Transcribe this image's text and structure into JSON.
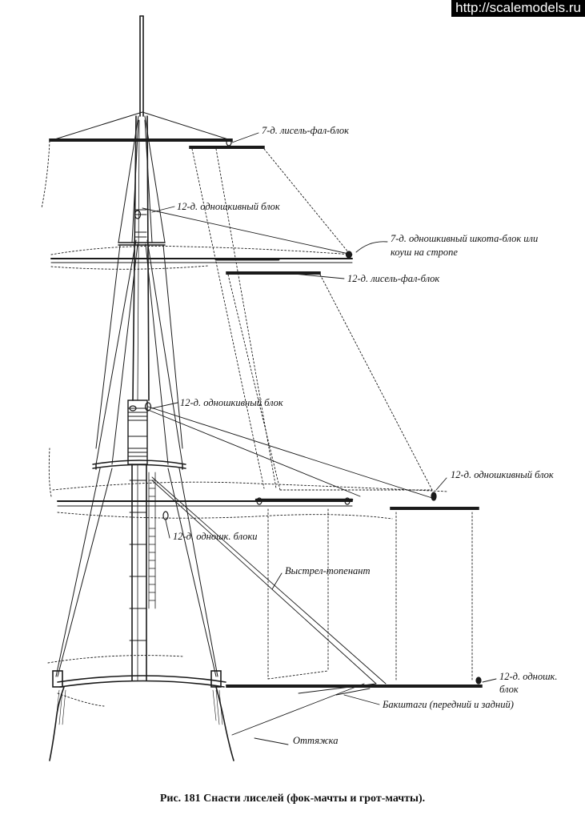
{
  "watermark": "http://scalemodels.ru",
  "caption": "Рис. 181 Снасти лиселей (фок-мачты и грот-мачты).",
  "labels": {
    "l1": "7-д. лисель-фал-блок",
    "l2": "12-д. одношкивный блок",
    "l3a": "7-д. одношкивный шкота-блок или",
    "l3b": "коуш на стропе",
    "l4": "12-д. лисель-фал-блок",
    "l5": "12-д. одношкивный блок",
    "l6": "12-д. одношкивный блок",
    "l7": "12-д. одношк. блоки",
    "l8": "Выстрел-топенант",
    "l9a": "12-д. одношк.",
    "l9b": "блок",
    "l10": "Бакштаги (передний и задний)",
    "l11": "Оттяжка"
  }
}
